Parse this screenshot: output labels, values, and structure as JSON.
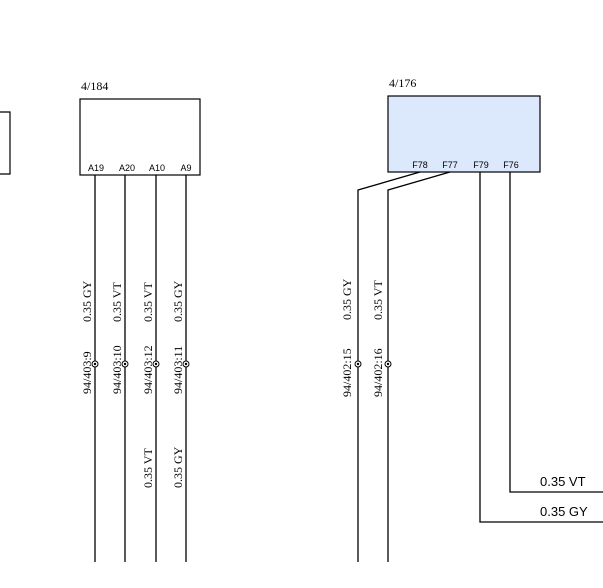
{
  "components": {
    "c184": {
      "ref": "4/184",
      "fill": "#ffffff",
      "pins": [
        "A19",
        "A20",
        "A10",
        "A9"
      ]
    },
    "c176": {
      "ref": "4/176",
      "fill": "#dce8fb",
      "pins": [
        "F78",
        "F77",
        "F79",
        "F76"
      ]
    }
  },
  "wires_184": [
    {
      "spec": "0.35 GY",
      "splice": "94/403:9"
    },
    {
      "spec": "0.35 VT",
      "splice": "94/403:10"
    },
    {
      "spec": "0.35 VT",
      "splice": "94/403:12",
      "spec_lower": "0.35 VT"
    },
    {
      "spec": "0.35 GY",
      "splice": "94/403:11",
      "spec_lower": "0.35 GY"
    }
  ],
  "wires_176_left": [
    {
      "spec": "0.35 GY",
      "splice": "94/402:15"
    },
    {
      "spec": "0.35 VT",
      "splice": "94/402:16"
    }
  ],
  "wires_176_right": [
    {
      "spec": "0.35 VT"
    },
    {
      "spec": "0.35 GY"
    }
  ]
}
